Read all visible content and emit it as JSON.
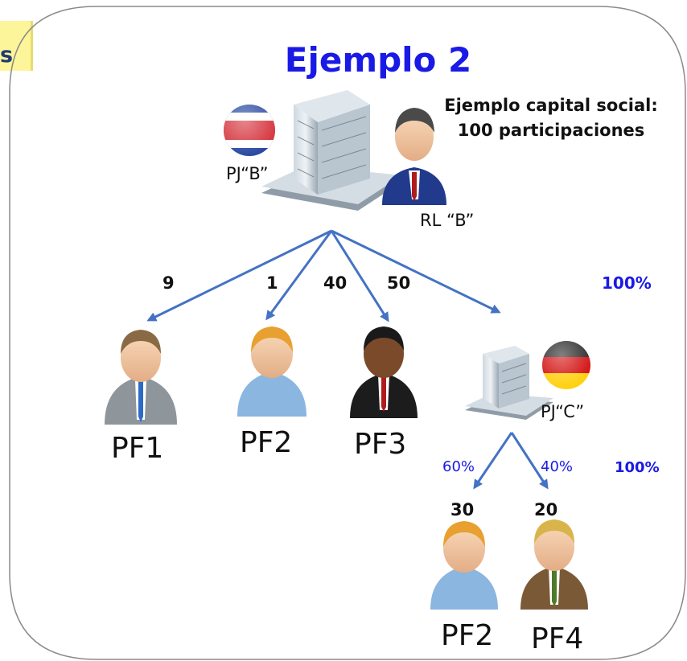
{
  "side_text": "s",
  "title": "Ejemplo 2",
  "note": {
    "line1": "Ejemplo capital social:",
    "line2": "100 participaciones"
  },
  "top": {
    "entity_label": "PJ“B”",
    "rep_label": "RL “B”",
    "flag": "costa-rica-flag"
  },
  "level1": {
    "shares": [
      "9",
      "1",
      "40",
      "50"
    ],
    "total": "100%",
    "holders": [
      "PF1",
      "PF2",
      "PF3"
    ],
    "subsidiary_label": "PJ“C”",
    "subsidiary_flag": "germany-flag"
  },
  "level2": {
    "percents": [
      "60%",
      "40%"
    ],
    "shares": [
      "30",
      "20"
    ],
    "total": "100%",
    "holders": [
      "PF2",
      "PF4"
    ]
  },
  "colors": {
    "arrow": "#4472c4",
    "title": "#1a1ae6",
    "sticky_note": "#fdf59a",
    "frame": "#8a8a8a"
  }
}
